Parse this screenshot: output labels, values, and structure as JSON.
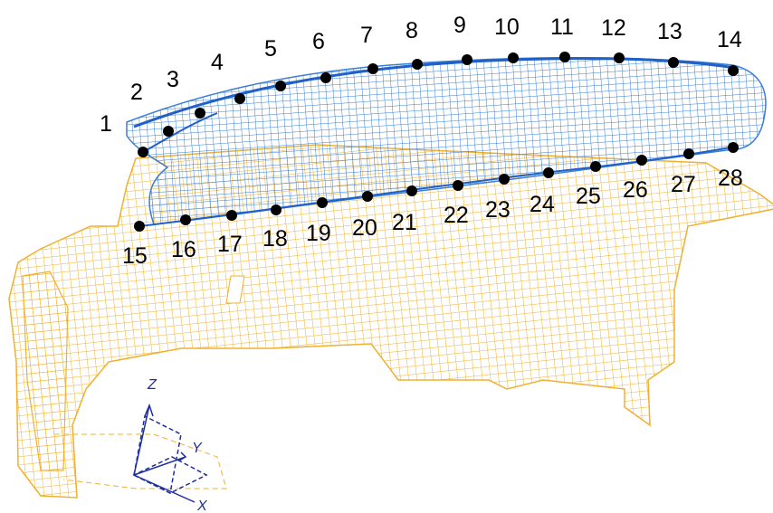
{
  "colors": {
    "upper_mesh": "#3a7fd5",
    "lower_mesh": "#f0b030",
    "edge_line": "#2060c8",
    "marker": "#000000",
    "triad": "#1e2f9e"
  },
  "points": {
    "top_row": [
      "1",
      "2",
      "3",
      "4",
      "5",
      "6",
      "7",
      "8",
      "9",
      "10",
      "11",
      "12",
      "13",
      "14"
    ],
    "bottom_row": [
      "15",
      "16",
      "17",
      "18",
      "19",
      "20",
      "21",
      "22",
      "23",
      "24",
      "25",
      "26",
      "27",
      "28"
    ]
  },
  "triad": {
    "z_label": "Z",
    "y_label": "Y",
    "x_label": "X"
  }
}
